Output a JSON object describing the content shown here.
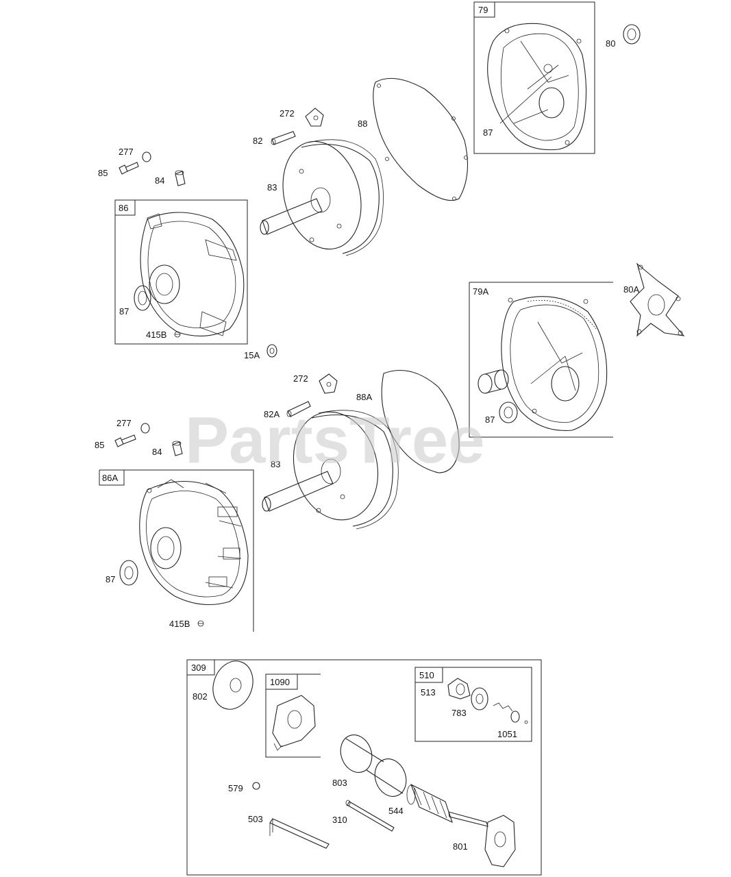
{
  "watermark": "PartsTree",
  "groups": {
    "g79": "79",
    "g86": "86",
    "g79A": "79A",
    "g86A": "86A",
    "g309": "309",
    "g1090": "1090",
    "g510": "510"
  },
  "callouts": {
    "c80": "80",
    "c87_79": "87",
    "c272_top": "272",
    "c88": "88",
    "c82": "82",
    "c277_top": "277",
    "c85_top": "85",
    "c84_top": "84",
    "c83_top": "83",
    "c87_86": "87",
    "c415B_86": "415B",
    "c15A": "15A",
    "c80A": "80A",
    "c87_79A": "87",
    "c272_mid": "272",
    "c88A": "88A",
    "c82A": "82A",
    "c277_mid": "277",
    "c85_mid": "85",
    "c84_mid": "84",
    "c83_mid": "83",
    "c87_86A": "87",
    "c415B_86A": "415B",
    "c802": "802",
    "c513": "513",
    "c783": "783",
    "c1051": "1051",
    "c579": "579",
    "c803": "803",
    "c544": "544",
    "c503": "503",
    "c310": "310",
    "c801": "801"
  }
}
